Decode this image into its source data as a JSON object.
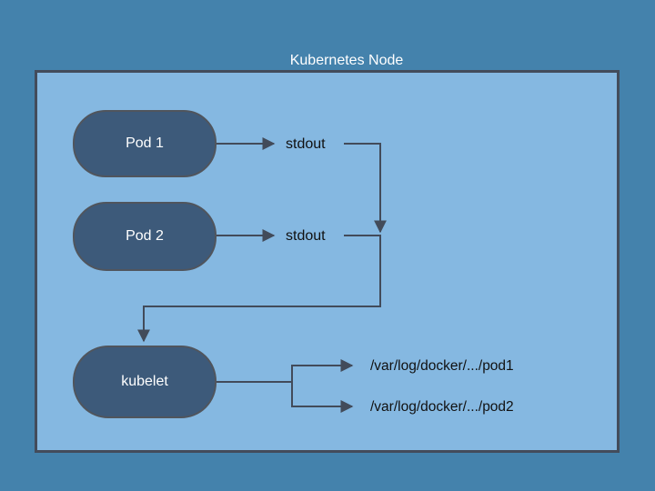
{
  "diagram": {
    "title": "Kubernetes Node",
    "nodes": [
      {
        "id": "pod1",
        "label": "Pod 1"
      },
      {
        "id": "pod2",
        "label": "Pod 2"
      },
      {
        "id": "kubelet",
        "label": "kubelet"
      }
    ],
    "labels": [
      {
        "id": "stdout1",
        "text": "stdout"
      },
      {
        "id": "stdout2",
        "text": "stdout"
      },
      {
        "id": "log1",
        "text": "/var/log/docker/.../pod1"
      },
      {
        "id": "log2",
        "text": "/var/log/docker/.../pod2"
      }
    ],
    "colors": {
      "page_bg": "#4482ac",
      "node_fill": "#85b8e1",
      "node_border": "#434c5b",
      "pill_fill": "#3d5a7a",
      "pill_border": "#50555d",
      "connector": "#424b5a",
      "text_dark": "#111111",
      "text_light": "#ffffff"
    }
  }
}
